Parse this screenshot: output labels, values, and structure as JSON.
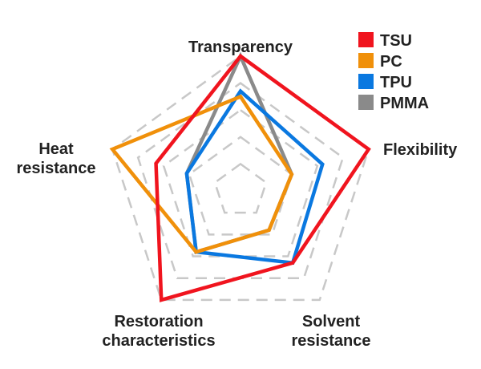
{
  "chart_data": {
    "type": "radar",
    "axes": [
      {
        "label_lines": [
          "Transparency"
        ]
      },
      {
        "label_lines": [
          "Flexibility"
        ]
      },
      {
        "label_lines": [
          "Solvent",
          "resistance"
        ]
      },
      {
        "label_lines": [
          "Restoration",
          "characteristics"
        ]
      },
      {
        "label_lines": [
          "Heat",
          "resistance"
        ]
      }
    ],
    "scale_max": 5,
    "grid_levels": [
      1,
      2,
      3,
      4,
      5
    ],
    "grid_style": "dashed",
    "legend_position": "top-right",
    "series": [
      {
        "name": "TSU",
        "color": "#f0141e",
        "values": [
          5,
          5,
          3.3,
          5,
          3.3
        ]
      },
      {
        "name": "PC",
        "color": "#f0900a",
        "values": [
          3.5,
          2,
          1.8,
          2.8,
          5
        ]
      },
      {
        "name": "TPU",
        "color": "#0a78e0",
        "values": [
          3.7,
          3.2,
          3.3,
          2.8,
          2.1
        ]
      },
      {
        "name": "PMMA",
        "color": "#8a8a8a",
        "values": [
          5,
          2,
          1.8,
          2.8,
          2.1
        ]
      }
    ]
  }
}
